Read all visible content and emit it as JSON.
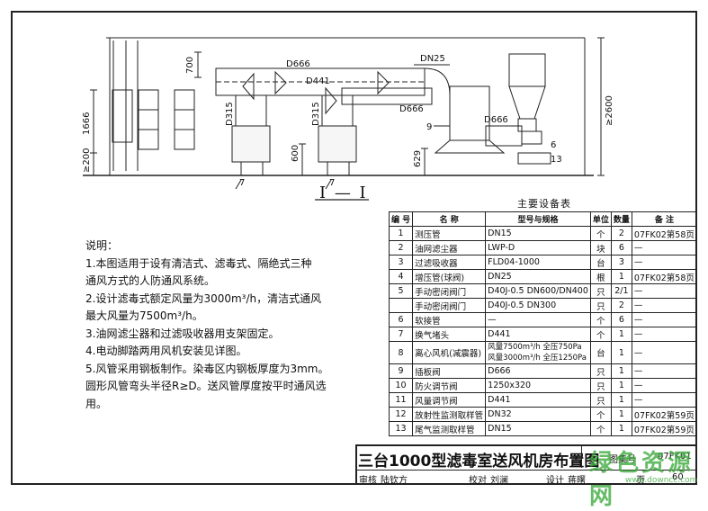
{
  "section_label": "I — I",
  "drawing_labels": {
    "d666_top": "D666",
    "d441": "D441",
    "dn25": "DN25",
    "d666_mid": "D666",
    "d666_right": "D666",
    "d315_left": "D315",
    "d315_mid": "D315",
    "dim_700": "700",
    "dim_1666": "1666",
    "dim_200": "≥200",
    "dim_600": "600",
    "dim_629": "629",
    "dim_2600": "≥2600",
    "callout_7a": "7",
    "callout_7b": "7",
    "callout_9": "9",
    "callout_6": "6",
    "callout_13": "13"
  },
  "notes": {
    "heading": "说明：",
    "lines": [
      "1.本图适用于设有清洁式、滤毒式、隔绝式三种",
      "通风方式的人防通风系统。",
      "2.设计滤毒式额定风量为3000m³/h，清洁式通风",
      "最大风量为7500m³/h。",
      "3.油网滤尘器和过滤吸收器用支架固定。",
      "4.电动脚踏两用风机安装见详图。",
      "5.风管采用钢板制作。染毒区内钢板厚度为3mm。",
      "圆形风管弯头半径R≥D。送风管厚度按平时通风选",
      "用。"
    ]
  },
  "equipment_table": {
    "title": "主要设备表",
    "headers": [
      "编 号",
      "名   称",
      "型号与规格",
      "单位",
      "数量",
      "备   注"
    ],
    "rows": [
      [
        "1",
        "测压管",
        "DN15",
        "个",
        "2",
        "07FK02第58页"
      ],
      [
        "2",
        "油网滤尘器",
        "LWP-D",
        "块",
        "6",
        "—"
      ],
      [
        "3",
        "过滤吸收器",
        "FLD04-1000",
        "台",
        "3",
        "—"
      ],
      [
        "4",
        "增压管(球阀)",
        "DN25",
        "根",
        "1",
        "07FK02第58页"
      ],
      [
        "5",
        "手动密闭阀门",
        "D40J-0.5 DN600/DN400",
        "只",
        "2/1",
        "—"
      ],
      [
        "",
        "手动密闭阀门",
        "D40J-0.5 DN300",
        "只",
        "2",
        "—"
      ],
      [
        "6",
        "软接管",
        "—",
        "个",
        "6",
        "—"
      ],
      [
        "7",
        "换气堵头",
        "D441",
        "个",
        "1",
        "—"
      ],
      [
        "8",
        "离心风机(减震器)",
        "风量7500m³/h 全压750Pa\n风量3000m³/h 全压1250Pa",
        "台",
        "1",
        "—"
      ],
      [
        "9",
        "插板阀",
        "D666",
        "只",
        "1",
        "—"
      ],
      [
        "10",
        "防火调节阀",
        "1250x320",
        "只",
        "1",
        "—"
      ],
      [
        "11",
        "风量调节阀",
        "D441",
        "只",
        "1",
        "—"
      ],
      [
        "12",
        "放射性监测取样管",
        "DN32",
        "个",
        "1",
        "07FK02第59页"
      ],
      [
        "13",
        "尾气监测取样管",
        "DN15",
        "个",
        "1",
        "07FK02第59页"
      ]
    ]
  },
  "title_block": {
    "title": "三台1000型滤毒室送风机房布置图",
    "atlas_label": "图集号",
    "atlas_no": "07FK01",
    "review_label": "审核",
    "reviewer": "陆钦方",
    "check_label": "校对",
    "checker": "刘澜",
    "design_label": "设计",
    "designer": "蒋曙",
    "page_label": "页",
    "page_no": "60"
  },
  "watermark": {
    "main": "绿色资源网",
    "sub": "www.downcc.com"
  }
}
